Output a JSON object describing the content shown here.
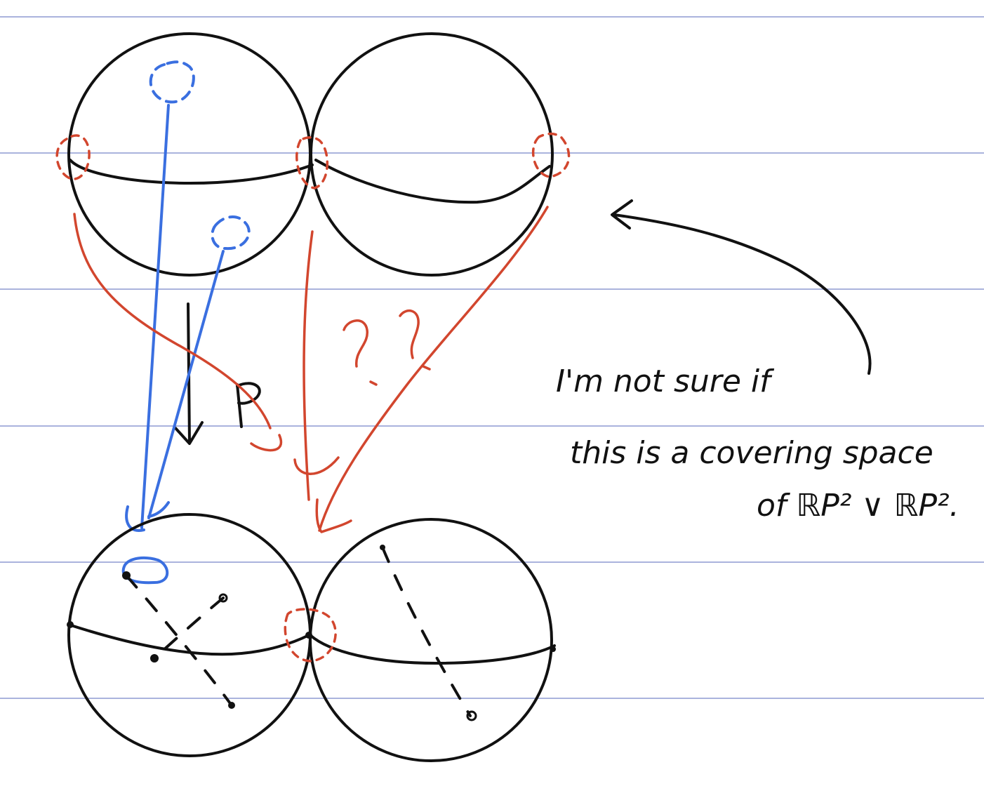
{
  "note": {
    "lines": [
      "I'm not sure if",
      "this is a covering space",
      "of ℝP² ∨ ℝP²."
    ]
  },
  "labels": {
    "map_label": "P",
    "question_marks": "??"
  },
  "colors": {
    "paper": "#ffffff",
    "rule_line": "#aab3dd",
    "ink": "#111111",
    "blue_ink": "#3a6fe0",
    "red_ink": "#d2462e"
  }
}
